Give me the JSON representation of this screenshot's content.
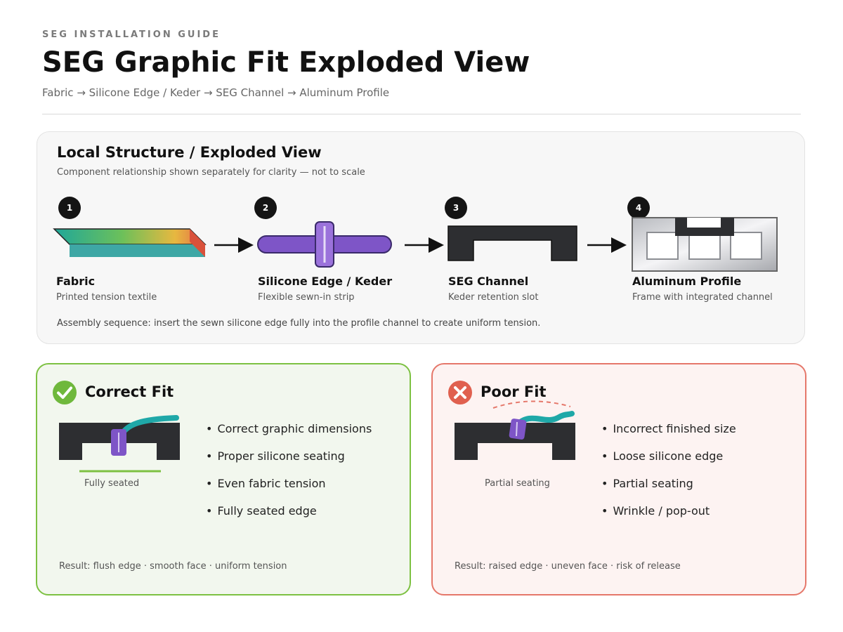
{
  "header": {
    "eyebrow": "SEG INSTALLATION GUIDE",
    "title": "SEG Graphic Fit Exploded View",
    "subtitle": "Fabric → Silicone Edge / Keder → SEG Channel → Aluminum Profile"
  },
  "exploded": {
    "title": "Local Structure / Exploded View",
    "subtitle": "Component relationship shown separately for clarity — not to scale",
    "components": [
      {
        "step": "1",
        "label": "Fabric",
        "description": "Printed tension textile"
      },
      {
        "step": "2",
        "label": "Silicone Edge / Keder",
        "description": "Flexible sewn-in strip"
      },
      {
        "step": "3",
        "label": "SEG Channel",
        "description": "Keder retention slot"
      },
      {
        "step": "4",
        "label": "Aluminum Profile",
        "description": "Frame with integrated channel"
      }
    ],
    "assembly_note": "Assembly sequence: insert the sewn silicone edge fully into the profile channel to create uniform tension."
  },
  "correct_fit": {
    "title": "Correct Fit",
    "caption": "Fully seated",
    "bullets": [
      "Correct graphic dimensions",
      "Proper silicone seating",
      "Even fabric tension",
      "Fully seated edge"
    ],
    "result": "Result: flush edge · smooth face · uniform tension",
    "color": "#7dc142"
  },
  "poor_fit": {
    "title": "Poor Fit",
    "caption": "Partial seating",
    "bullets": [
      "Incorrect finished size",
      "Loose silicone edge",
      "Partial seating",
      "Wrinkle / pop-out"
    ],
    "result": "Result: raised edge · uneven face · risk of release",
    "color": "#e5776a"
  },
  "colors": {
    "keder": "#7e55c7",
    "fabric_teal": "#20a8a8",
    "channel": "#2d2e31"
  }
}
